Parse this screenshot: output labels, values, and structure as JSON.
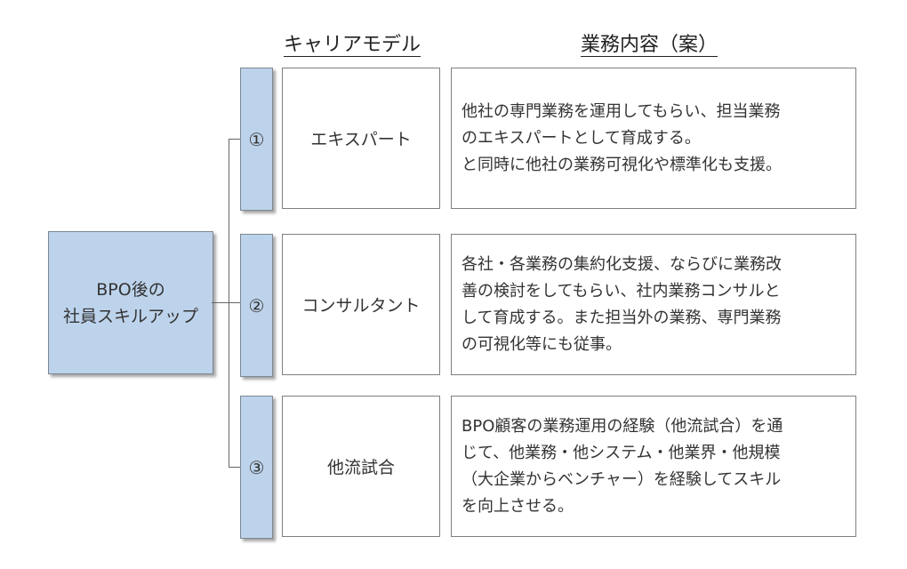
{
  "headers": {
    "career_model": "キャリアモデル",
    "task_content": "業務内容（案）"
  },
  "root": {
    "line1": "BPO後の",
    "line2": "社員スキルアップ"
  },
  "rows": [
    {
      "number": "①",
      "model": "エキスパート",
      "description": [
        "他社の専門業務を運用してもらい、担当業務",
        "のエキスパートとして育成する。",
        "と同時に他社の業務可視化や標準化も支援。"
      ]
    },
    {
      "number": "②",
      "model": "コンサルタント",
      "description": [
        "各社・各業務の集約化支援、ならびに業務改",
        "善の検討をしてもらい、社内業務コンサルと",
        "して育成する。また担当外の業務、専門業務",
        "の可視化等にも従事。"
      ]
    },
    {
      "number": "③",
      "model": "他流試合",
      "description": [
        "BPO顧客の業務運用の経験（他流試合）を通",
        "じて、他業務・他システム・他業界・他規模",
        "（大企業からベンチャー）を経験してスキル",
        "を向上させる。"
      ]
    }
  ]
}
